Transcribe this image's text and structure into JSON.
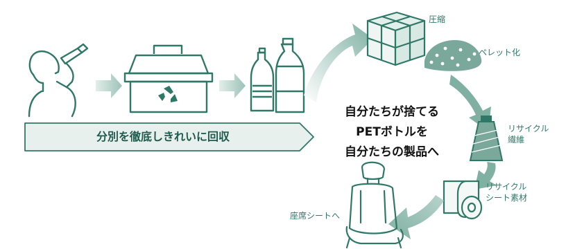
{
  "banner": {
    "text": "分別を徹底しきれいに回収"
  },
  "center_message": [
    "自分たちが捨てる",
    "PETボトルを",
    "自分たちの製品へ"
  ],
  "steps": {
    "compress": "圧縮",
    "pellet": "ペレット化",
    "fiber": [
      "リサイクル",
      "繊維"
    ],
    "sheet_material": [
      "リサイクル",
      "シート素材"
    ],
    "seat": "座席シートへ"
  },
  "colors": {
    "accent": "#2f7868",
    "arrow": "#8fb8ac",
    "fill": "#e7f0ec"
  }
}
